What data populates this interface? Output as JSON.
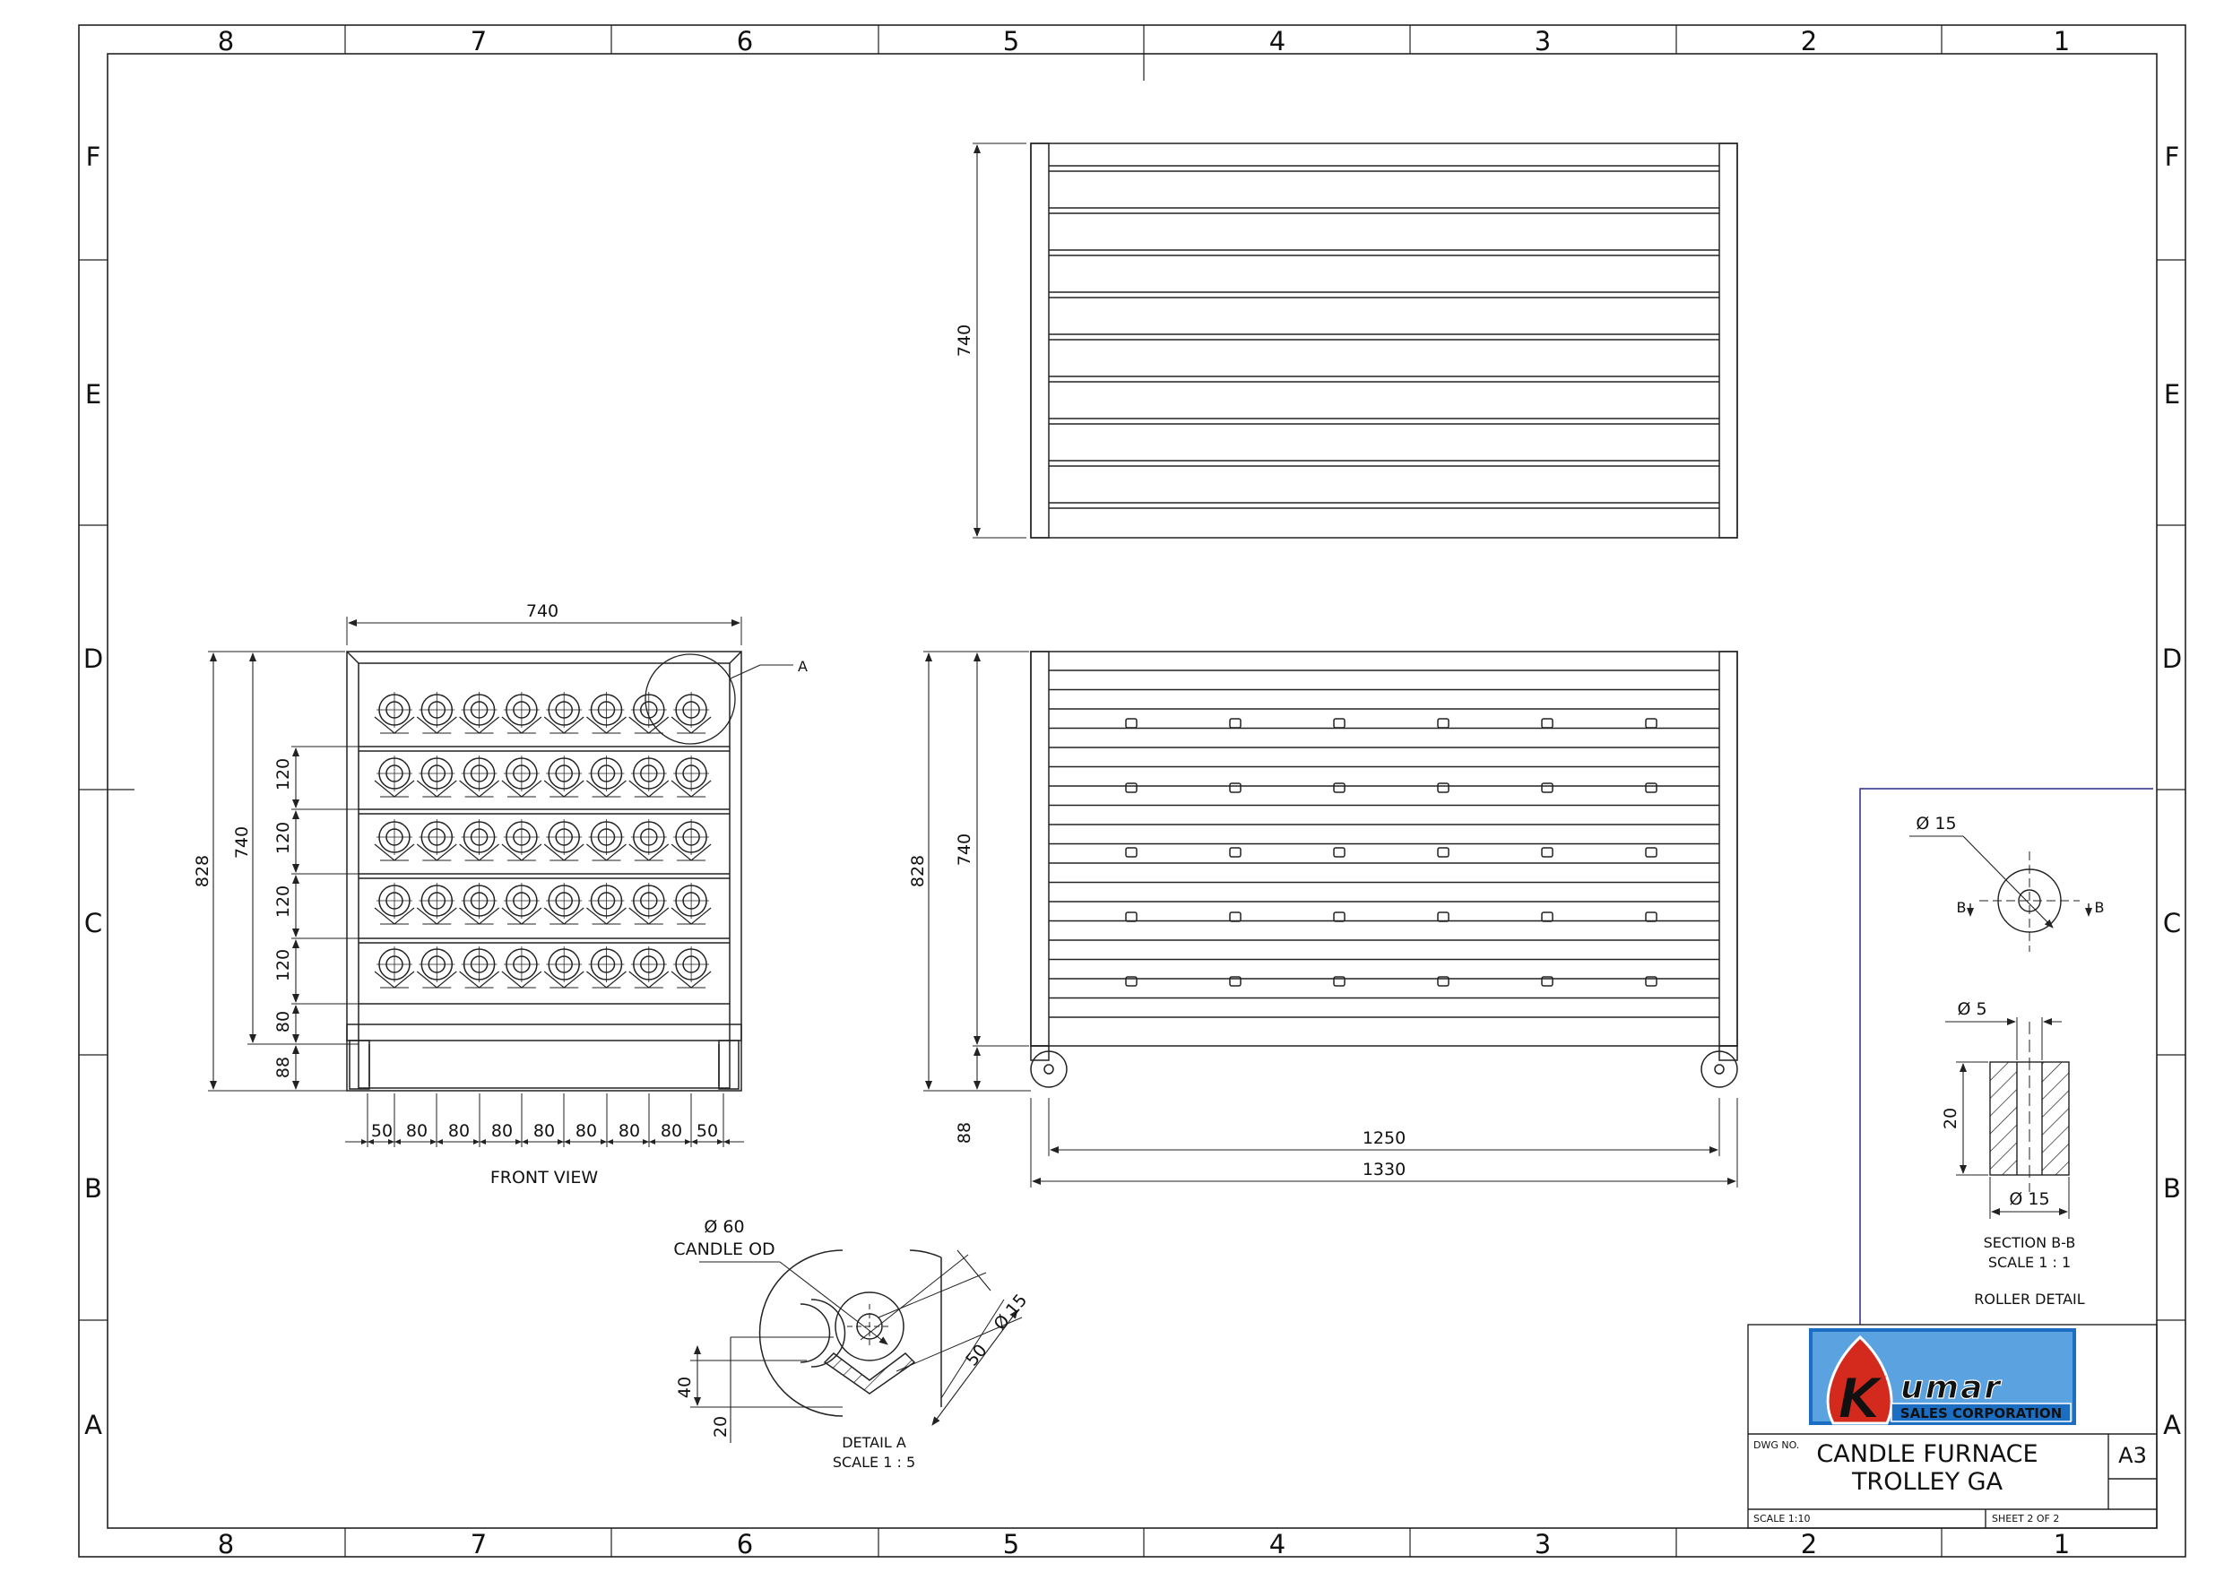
{
  "grid": {
    "columns": [
      "8",
      "7",
      "6",
      "5",
      "4",
      "3",
      "2",
      "1"
    ],
    "rows": [
      "F",
      "E",
      "D",
      "C",
      "B",
      "A"
    ]
  },
  "top_view": {
    "dim_width": "740"
  },
  "front_view": {
    "title": "FRONT VIEW",
    "dim_top_width": "740",
    "dim_overall_height": "828",
    "dim_frame_height": "740",
    "dim_pitch": "120",
    "dim_bottom_gap": "80",
    "dim_base": "88",
    "dim_edge": "50",
    "dim_spacing": "80",
    "detail_callout": "A"
  },
  "side_view": {
    "dim_overall_height": "828",
    "dim_frame_height": "740",
    "dim_base": "88",
    "dim_inner_length": "1250",
    "dim_overall_length": "1330"
  },
  "detail_a": {
    "dim_candle_dia": "Ø 60",
    "candle_od_label": "CANDLE OD",
    "dim_roller_dia": "Ø 15",
    "dim_50": "50",
    "dim_40": "40",
    "dim_20": "20",
    "title": "DETAIL A",
    "scale": "SCALE 1 : 5"
  },
  "roller_detail": {
    "dim_outer_dia": "Ø 15",
    "section_marker": "B",
    "dim_inner_dia": "Ø 5",
    "dim_height": "20",
    "dim_bottom_dia": "Ø 15",
    "section_title": "SECTION B-B",
    "section_scale": "SCALE 1 : 1",
    "title": "ROLLER DETAIL"
  },
  "title_block": {
    "logo_letter": "K",
    "logo_name": "umar",
    "logo_tagline": "SALES CORPORATION",
    "dwg_no_label": "DWG NO.",
    "title_line1": "CANDLE FURNACE",
    "title_line2": "TROLLEY GA",
    "sheet_size": "A3",
    "scale": "SCALE 1:10",
    "sheet": "SHEET 2 OF 2"
  },
  "colors": {
    "line": "#222222",
    "detail_border": "#2a2a8a",
    "logo_red": "#d42a1e",
    "logo_blue": "#1c6ec2"
  }
}
